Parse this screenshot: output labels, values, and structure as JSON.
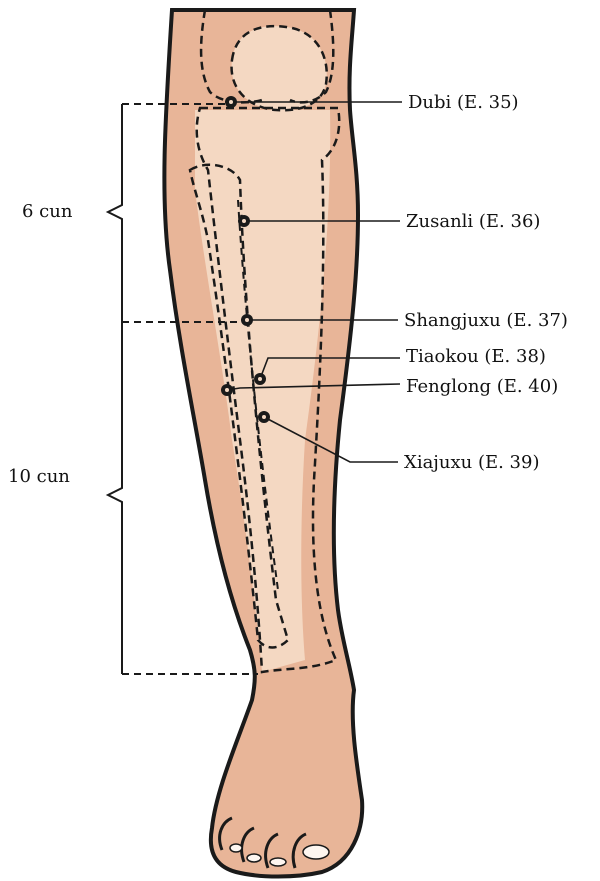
{
  "measures": [
    {
      "id": "upper",
      "text": "6 cun"
    },
    {
      "id": "lower",
      "text": "10 cun"
    }
  ],
  "points": [
    {
      "id": "dubi",
      "label": "Dubi (E. 35)"
    },
    {
      "id": "zusanli",
      "label": "Zusanli (E. 36)"
    },
    {
      "id": "shangjuxu",
      "label": "Shangjuxu (E. 37)"
    },
    {
      "id": "tiaokou",
      "label": "Tiaokou (E. 38)"
    },
    {
      "id": "fenglong",
      "label": "Fenglong (E. 40)"
    },
    {
      "id": "xiajuxu",
      "label": "Xiajuxu (E. 39)"
    }
  ],
  "colors": {
    "skin": "#e8b598",
    "shin_light": "#f4d8c2",
    "outline": "#1a1a1a",
    "point": "#1a1a1a",
    "nail": "#fdf6f0"
  }
}
